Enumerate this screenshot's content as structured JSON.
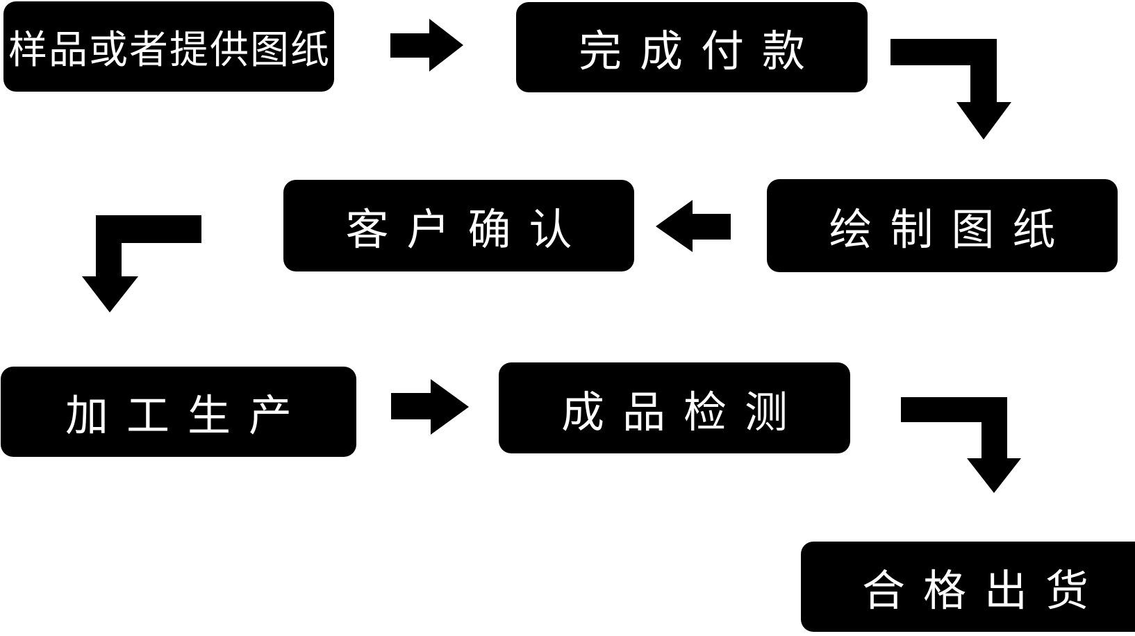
{
  "diagram": {
    "type": "flowchart",
    "background": "#ffffff",
    "colors": {
      "node_bg": "#000000",
      "node_text": "#ffffff",
      "arrow": "#000000"
    },
    "nodes": [
      {
        "id": "sample-or-drawings",
        "label": "样品或者提供图纸"
      },
      {
        "id": "complete-payment",
        "label": "完成付款"
      },
      {
        "id": "draw-drawings",
        "label": "绘制图纸"
      },
      {
        "id": "customer-confirm",
        "label": "客户确认"
      },
      {
        "id": "processing-production",
        "label": "加工生产"
      },
      {
        "id": "product-inspection",
        "label": "成品检测"
      },
      {
        "id": "qualified-shipment",
        "label": "合格出货"
      }
    ],
    "edges": [
      {
        "from": "样品或者提供图纸",
        "to": "完成付款",
        "shape": "straight-right-arrow"
      },
      {
        "from": "完成付款",
        "to": "绘制图纸",
        "shape": "elbow-right-then-down-arrow"
      },
      {
        "from": "绘制图纸",
        "to": "客户确认",
        "shape": "straight-left-arrow"
      },
      {
        "from": "客户确认",
        "to": "加工生产",
        "shape": "elbow-left-then-down-arrow"
      },
      {
        "from": "加工生产",
        "to": "成品检测",
        "shape": "straight-right-arrow"
      },
      {
        "from": "成品检测",
        "to": "合格出货",
        "shape": "elbow-right-then-down-arrow"
      }
    ]
  }
}
